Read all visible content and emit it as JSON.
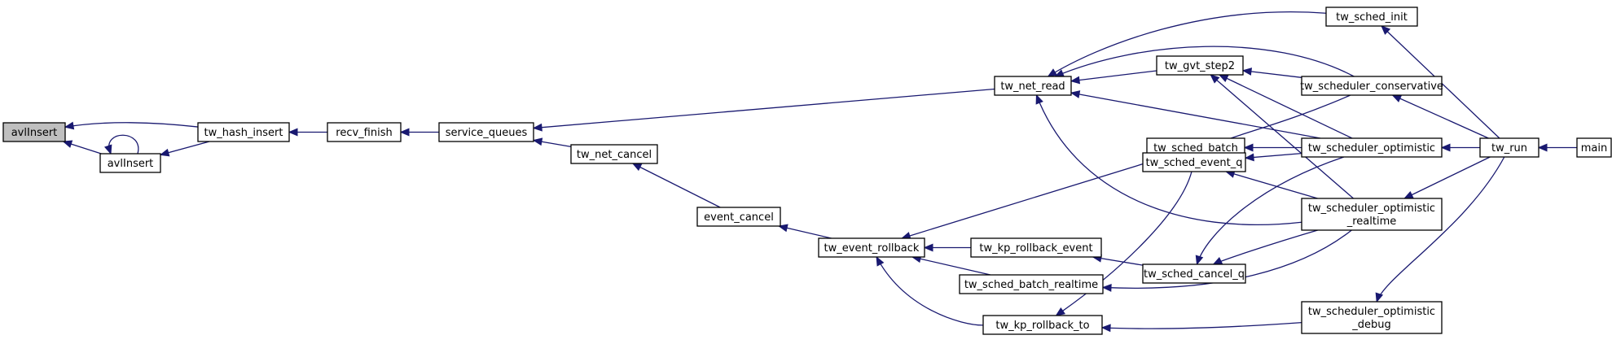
{
  "graph": {
    "nodes": [
      {
        "id": "avlInsert_root",
        "lines": [
          "avlInsert"
        ],
        "root": true
      },
      {
        "id": "avlInsert",
        "lines": [
          "avlInsert"
        ]
      },
      {
        "id": "tw_hash_insert",
        "lines": [
          "tw_hash_insert"
        ]
      },
      {
        "id": "recv_finish",
        "lines": [
          "recv_finish"
        ]
      },
      {
        "id": "service_queues",
        "lines": [
          "service_queues"
        ]
      },
      {
        "id": "tw_net_read",
        "lines": [
          "tw_net_read"
        ]
      },
      {
        "id": "tw_net_cancel",
        "lines": [
          "tw_net_cancel"
        ]
      },
      {
        "id": "event_cancel",
        "lines": [
          "event_cancel"
        ]
      },
      {
        "id": "tw_event_rollback",
        "lines": [
          "tw_event_rollback"
        ]
      },
      {
        "id": "tw_sched_batch",
        "lines": [
          "tw_sched_batch"
        ]
      },
      {
        "id": "tw_kp_rollback_event",
        "lines": [
          "tw_kp_rollback_event"
        ]
      },
      {
        "id": "tw_sched_batch_realtime",
        "lines": [
          "tw_sched_batch_realtime"
        ]
      },
      {
        "id": "tw_kp_rollback_to",
        "lines": [
          "tw_kp_rollback_to"
        ]
      },
      {
        "id": "tw_gvt_step2",
        "lines": [
          "tw_gvt_step2"
        ]
      },
      {
        "id": "tw_sched_event_q",
        "lines": [
          "tw_sched_event_q"
        ]
      },
      {
        "id": "tw_sched_cancel_q",
        "lines": [
          "tw_sched_cancel_q"
        ]
      },
      {
        "id": "tw_sched_init",
        "lines": [
          "tw_sched_init"
        ]
      },
      {
        "id": "tw_scheduler_conservative",
        "lines": [
          "tw_scheduler_conservative"
        ]
      },
      {
        "id": "tw_scheduler_optimistic",
        "lines": [
          "tw_scheduler_optimistic"
        ]
      },
      {
        "id": "tw_scheduler_optimistic_realtime",
        "lines": [
          "tw_scheduler_optimistic",
          "_realtime"
        ]
      },
      {
        "id": "tw_scheduler_optimistic_debug",
        "lines": [
          "tw_scheduler_optimistic",
          "_debug"
        ]
      },
      {
        "id": "tw_run",
        "lines": [
          "tw_run"
        ]
      },
      {
        "id": "main",
        "lines": [
          "main"
        ]
      }
    ],
    "edges": [
      {
        "from": "avlInsert",
        "to": "avlInsert_root"
      },
      {
        "from": "avlInsert",
        "to": "avlInsert"
      },
      {
        "from": "tw_hash_insert",
        "to": "avlInsert_root"
      },
      {
        "from": "tw_hash_insert",
        "to": "avlInsert"
      },
      {
        "from": "recv_finish",
        "to": "tw_hash_insert"
      },
      {
        "from": "service_queues",
        "to": "recv_finish"
      },
      {
        "from": "tw_net_read",
        "to": "service_queues"
      },
      {
        "from": "tw_net_cancel",
        "to": "service_queues"
      },
      {
        "from": "event_cancel",
        "to": "tw_net_cancel"
      },
      {
        "from": "tw_event_rollback",
        "to": "event_cancel"
      },
      {
        "from": "tw_sched_batch",
        "to": "tw_event_rollback"
      },
      {
        "from": "tw_kp_rollback_event",
        "to": "tw_event_rollback"
      },
      {
        "from": "tw_sched_batch_realtime",
        "to": "tw_event_rollback"
      },
      {
        "from": "tw_kp_rollback_to",
        "to": "tw_event_rollback"
      },
      {
        "from": "tw_sched_init",
        "to": "tw_net_read"
      },
      {
        "from": "tw_scheduler_conservative",
        "to": "tw_net_read"
      },
      {
        "from": "tw_gvt_step2",
        "to": "tw_net_read"
      },
      {
        "from": "tw_scheduler_optimistic",
        "to": "tw_net_read"
      },
      {
        "from": "tw_scheduler_optimistic_realtime",
        "to": "tw_net_read"
      },
      {
        "from": "tw_scheduler_conservative",
        "to": "tw_gvt_step2"
      },
      {
        "from": "tw_scheduler_optimistic",
        "to": "tw_gvt_step2"
      },
      {
        "from": "tw_scheduler_optimistic_realtime",
        "to": "tw_gvt_step2"
      },
      {
        "from": "tw_scheduler_optimistic",
        "to": "tw_sched_batch"
      },
      {
        "from": "tw_scheduler_conservative",
        "to": "tw_sched_event_q"
      },
      {
        "from": "tw_scheduler_optimistic",
        "to": "tw_sched_event_q"
      },
      {
        "from": "tw_scheduler_optimistic_realtime",
        "to": "tw_sched_event_q"
      },
      {
        "from": "tw_sched_event_q",
        "to": "tw_kp_rollback_to"
      },
      {
        "from": "tw_sched_cancel_q",
        "to": "tw_kp_rollback_event"
      },
      {
        "from": "tw_scheduler_optimistic",
        "to": "tw_sched_cancel_q"
      },
      {
        "from": "tw_scheduler_optimistic_realtime",
        "to": "tw_sched_cancel_q"
      },
      {
        "from": "tw_scheduler_optimistic_realtime",
        "to": "tw_sched_batch_realtime"
      },
      {
        "from": "tw_scheduler_optimistic_debug",
        "to": "tw_kp_rollback_to"
      },
      {
        "from": "tw_run",
        "to": "tw_sched_init"
      },
      {
        "from": "tw_run",
        "to": "tw_scheduler_conservative"
      },
      {
        "from": "tw_run",
        "to": "tw_scheduler_optimistic"
      },
      {
        "from": "tw_run",
        "to": "tw_scheduler_optimistic_realtime"
      },
      {
        "from": "tw_run",
        "to": "tw_scheduler_optimistic_debug"
      },
      {
        "from": "main",
        "to": "tw_run"
      }
    ]
  }
}
